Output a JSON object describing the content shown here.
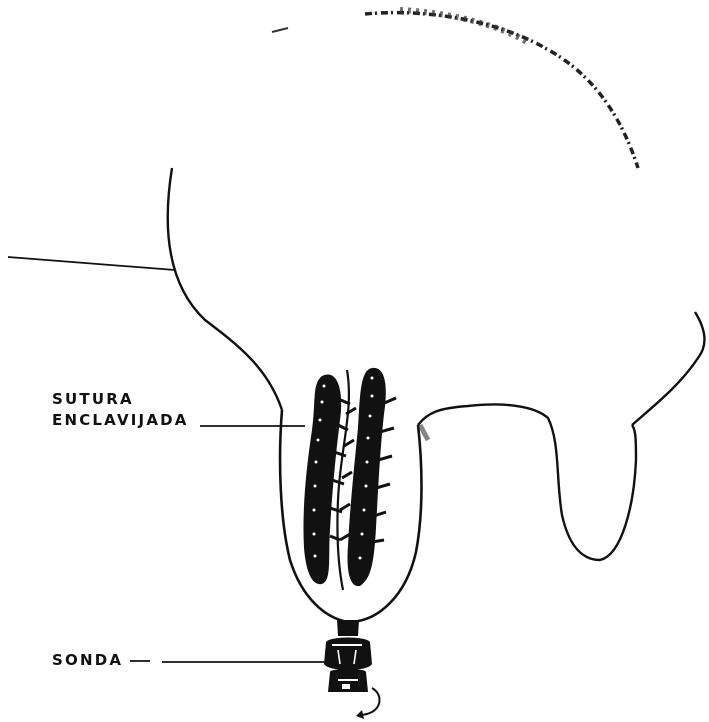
{
  "labels": {
    "suture_line1": "SUTURA",
    "suture_line2": "ENCLAVIJADA",
    "probe": "SONDA"
  },
  "colors": {
    "ink": "#111111",
    "paper": "#ffffff"
  }
}
